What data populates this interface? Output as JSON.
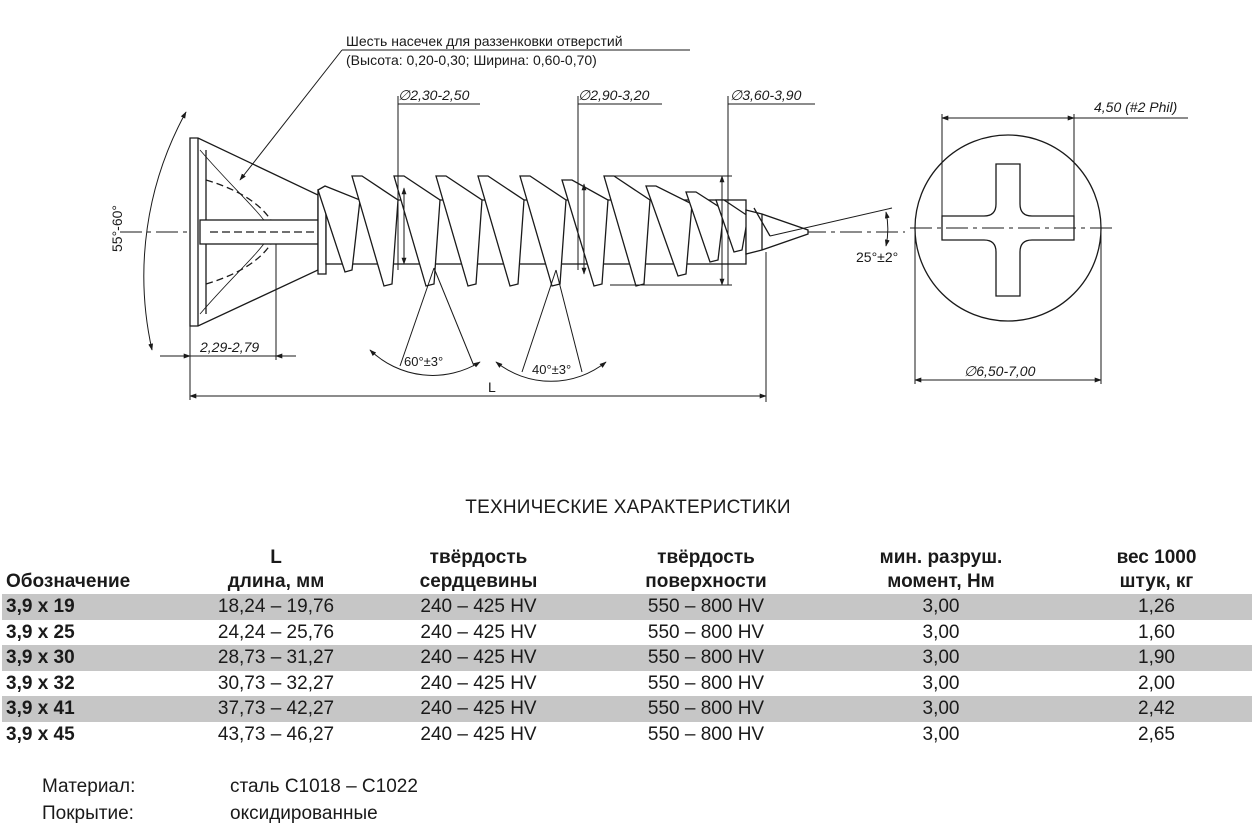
{
  "drawing": {
    "notch_note_line1": "Шесть насечек для раззенковки отверстий",
    "notch_note_line2": "(Высота: 0,20-0,30; Ширина: 0,60-0,70)",
    "dim_core_diameter": "∅2,30-2,50",
    "dim_minor_diameter": "∅2,90-3,20",
    "dim_major_diameter": "∅3,60-3,90",
    "dim_recess_width": "4,50 (#2 Phil)",
    "dim_head_angle": "55°-60°",
    "dim_head_height": "2,29-2,79",
    "dim_thread_angle_1": "60°±3°",
    "dim_thread_angle_2": "40°±3°",
    "dim_point_angle": "25°±2°",
    "dim_length": "L",
    "dim_head_diameter": "∅6,50-7,00"
  },
  "specs": {
    "title": "ТЕХНИЧЕСКИЕ ХАРАКТЕРИСТИКИ",
    "headers": [
      {
        "line1": "",
        "line2": "Обозначение"
      },
      {
        "line1": "L",
        "line2": "длина, мм"
      },
      {
        "line1": "твёрдость",
        "line2": "сердцевины"
      },
      {
        "line1": "твёрдость",
        "line2": "поверхности"
      },
      {
        "line1": "мин. разруш.",
        "line2": "момент, Нм"
      },
      {
        "line1": "вес 1000",
        "line2": "штук, кг"
      }
    ],
    "rows": [
      [
        "3,9 х 19",
        "18,24 – 19,76",
        "240 – 425 HV",
        "550 – 800 HV",
        "3,00",
        "1,26"
      ],
      [
        "3,9 х 25",
        "24,24 – 25,76",
        "240 – 425 HV",
        "550 – 800 HV",
        "3,00",
        "1,60"
      ],
      [
        "3,9 х 30",
        "28,73 – 31,27",
        "240 – 425 HV",
        "550 – 800 HV",
        "3,00",
        "1,90"
      ],
      [
        "3,9 х 32",
        "30,73 – 32,27",
        "240 – 425 HV",
        "550 – 800 HV",
        "3,00",
        "2,00"
      ],
      [
        "3,9 х 41",
        "37,73 – 42,27",
        "240 – 425 HV",
        "550 – 800 HV",
        "3,00",
        "2,42"
      ],
      [
        "3,9 х 45",
        "43,73 – 46,27",
        "240 – 425 HV",
        "550 – 800 HV",
        "3,00",
        "2,65"
      ]
    ],
    "shade_color": "#c6c6c6"
  },
  "footer": {
    "material_label": "Материал:",
    "material_value": "сталь С1018 – С1022",
    "coating_label": "Покрытие:",
    "coating_value": "оксидированные"
  }
}
